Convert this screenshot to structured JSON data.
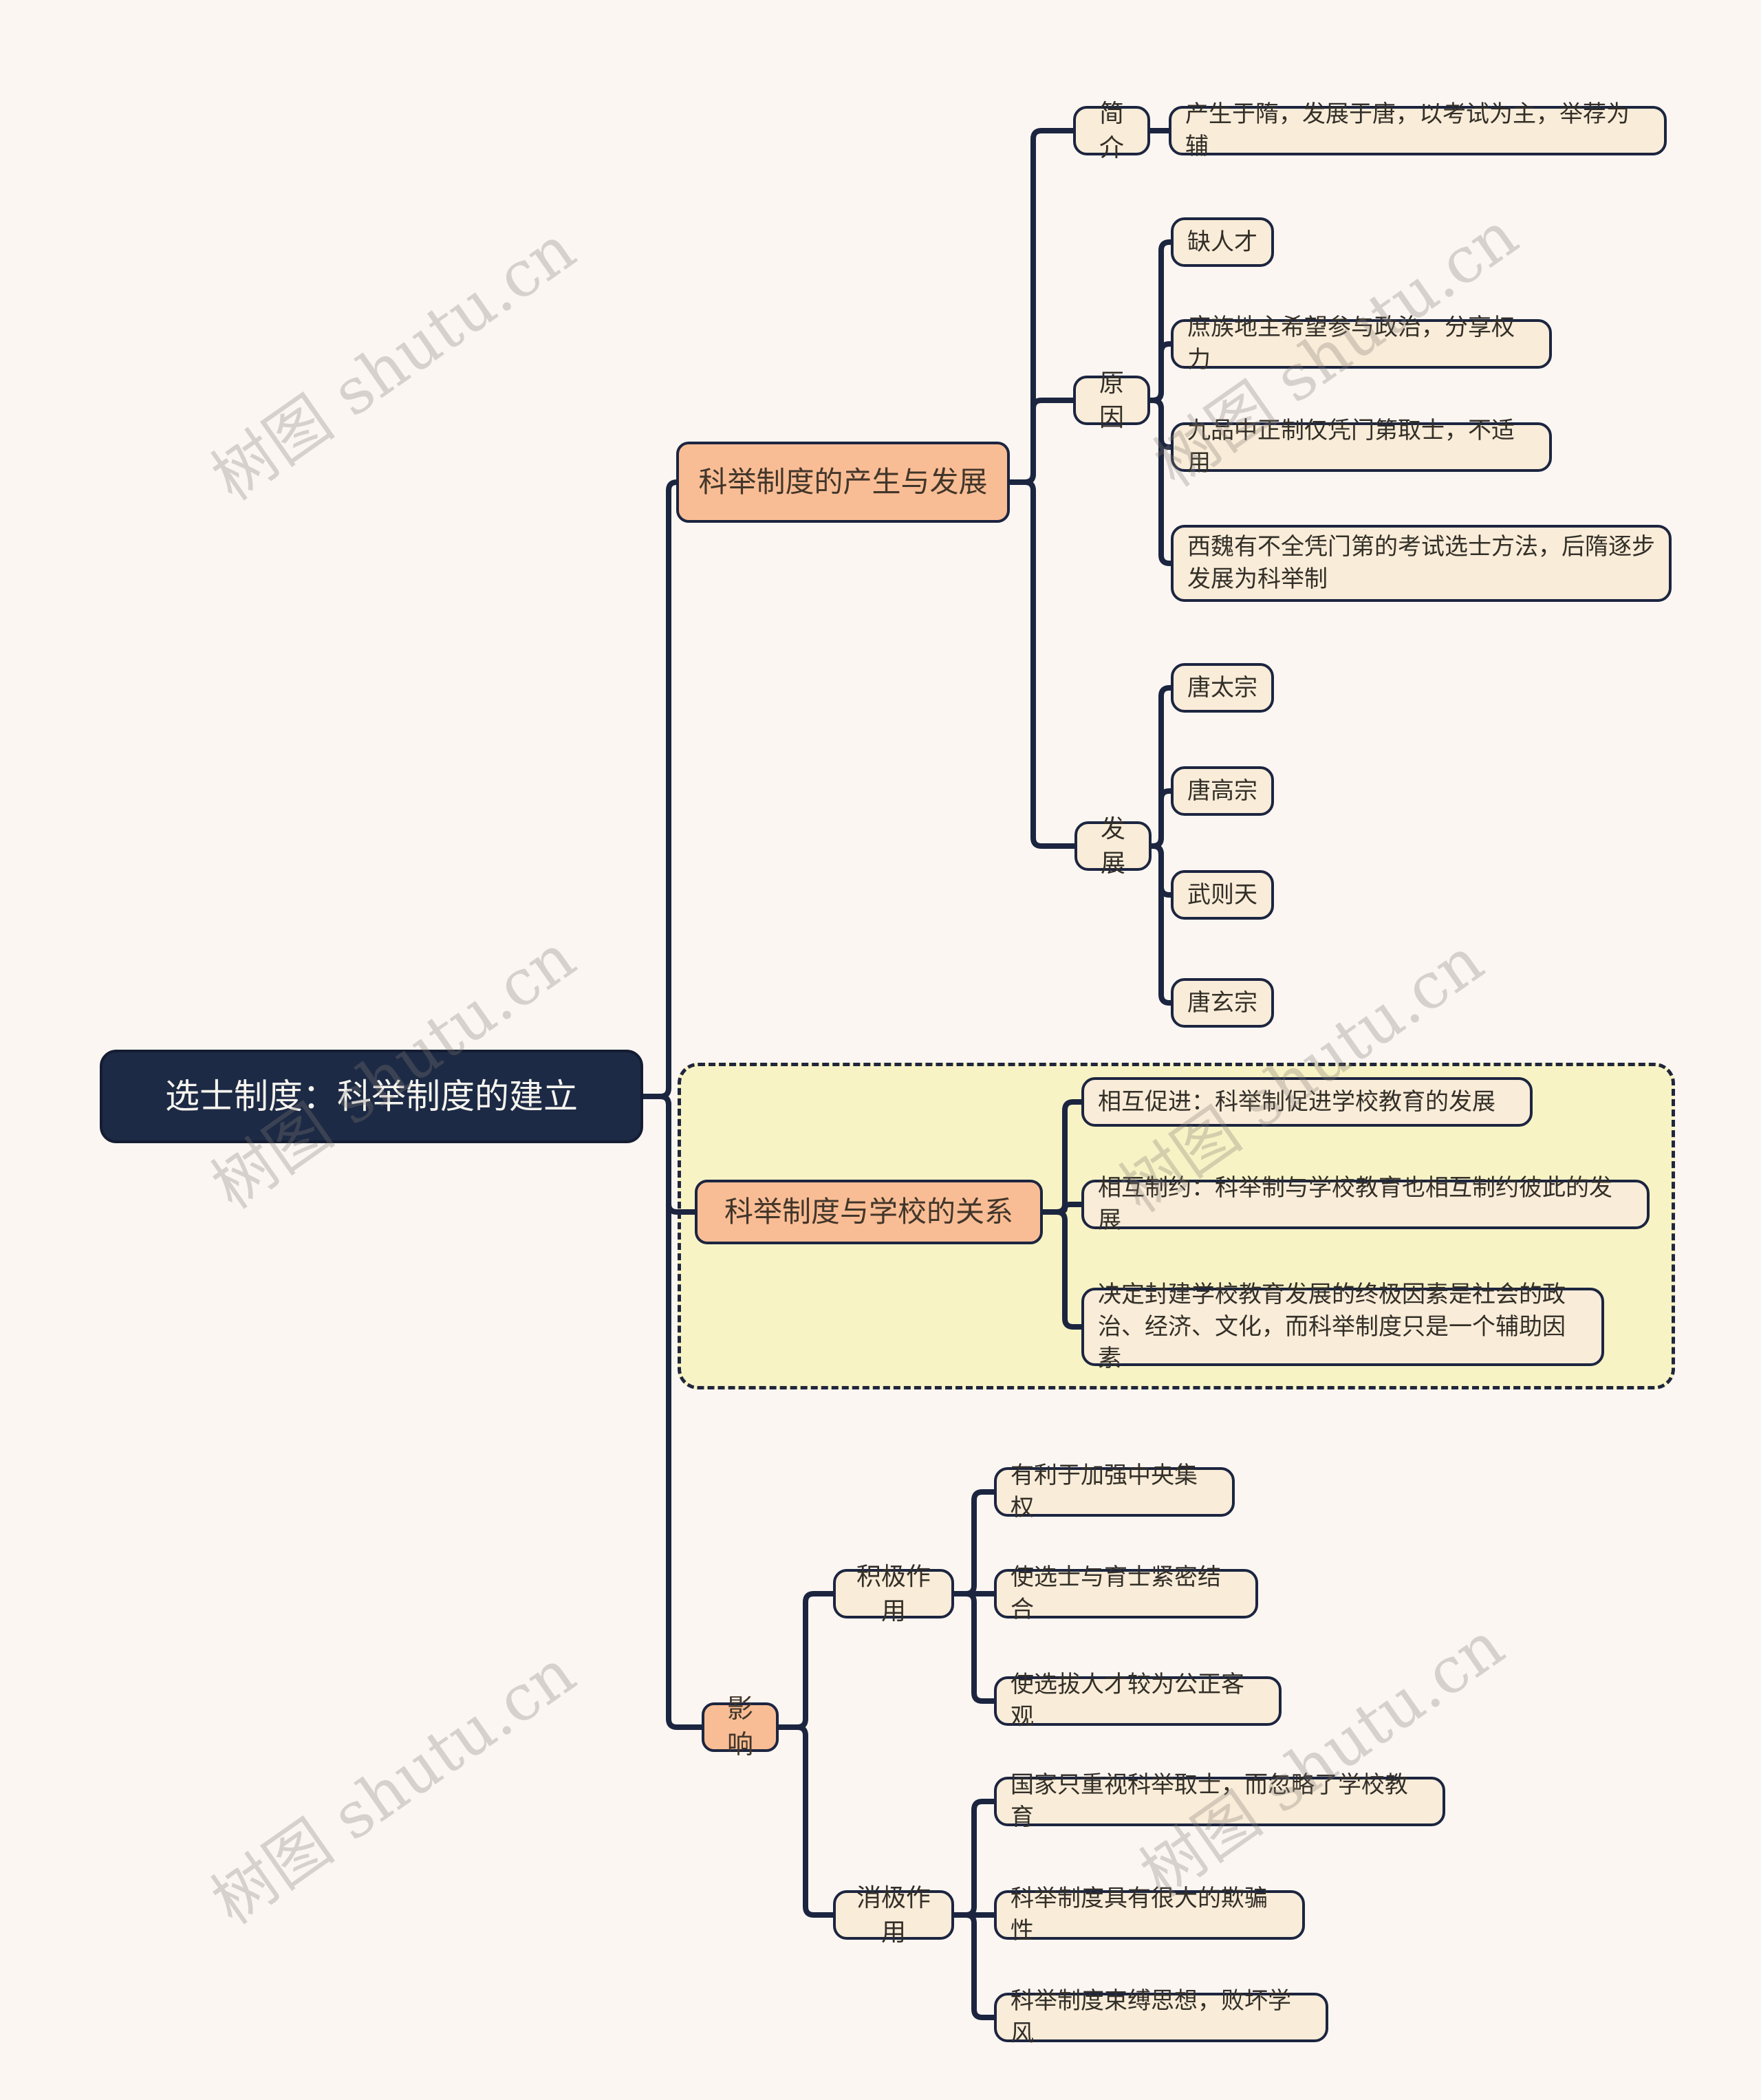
{
  "watermark": {
    "text": "树图 shutu.cn"
  },
  "colors": {
    "background": "#fbf6f2",
    "root_fill": "#1d2a45",
    "branch_fill": "#f9bd95",
    "leaf_fill": "#f9ecd8",
    "group_fill": "#f8f3c5",
    "line": "#1c2540"
  },
  "root": {
    "label": "选士制度：科举制度的建立"
  },
  "branches": [
    {
      "label": "科举制度的产生与发展",
      "children": [
        {
          "label": "简介",
          "children": [
            {
              "label": "产生于隋，发展于唐，以考试为主，举荐为辅"
            }
          ]
        },
        {
          "label": "原因",
          "children": [
            {
              "label": "缺人才"
            },
            {
              "label": "庶族地主希望参与政治，分享权力"
            },
            {
              "label": "九品中正制仅凭门第取士，不适用"
            },
            {
              "label": "西魏有不全凭门第的考试选士方法，后隋逐步发展为科举制"
            }
          ]
        },
        {
          "label": "发展",
          "children": [
            {
              "label": "唐太宗"
            },
            {
              "label": "唐高宗"
            },
            {
              "label": "武则天"
            },
            {
              "label": "唐玄宗"
            }
          ]
        }
      ]
    },
    {
      "label": "科举制度与学校的关系",
      "children": [
        {
          "label": "相互促进：科举制促进学校教育的发展"
        },
        {
          "label": "相互制约：科举制与学校教育也相互制约彼此的发展"
        },
        {
          "label": "决定封建学校教育发展的终极因素是社会的政治、经济、文化，而科举制度只是一个辅助因素"
        }
      ]
    },
    {
      "label": "影响",
      "children": [
        {
          "label": "积极作用",
          "children": [
            {
              "label": "有利于加强中央集权"
            },
            {
              "label": "使选士与育士紧密结合"
            },
            {
              "label": "使选拔人才较为公正客观"
            }
          ]
        },
        {
          "label": "消极作用",
          "children": [
            {
              "label": "国家只重视科举取士，而忽略了学校教育"
            },
            {
              "label": "科举制度具有很大的欺骗性"
            },
            {
              "label": "科举制度束缚思想，败坏学风"
            }
          ]
        }
      ]
    }
  ]
}
